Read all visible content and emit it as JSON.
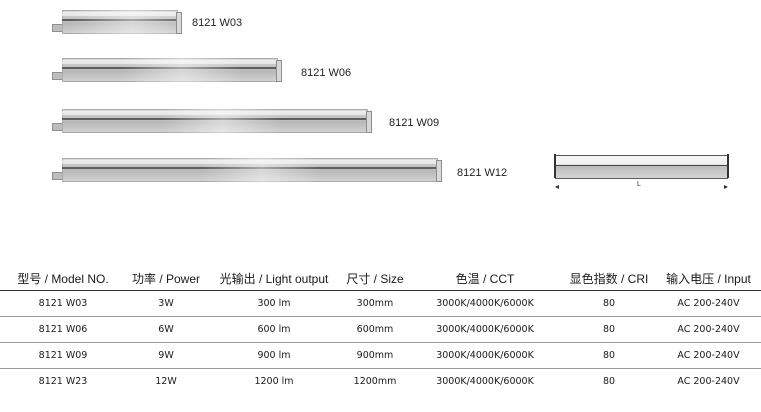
{
  "products": [
    {
      "model": "8121 W03"
    },
    {
      "model": "8121 W06"
    },
    {
      "model": "8121 W09"
    },
    {
      "model": "8121 W12"
    }
  ],
  "diagram": {
    "length_label": "L"
  },
  "table": {
    "headers": [
      "型号 / Model NO.",
      "功率 / Power",
      "光输出 / Light output",
      "尺寸 / Size",
      "色温 / CCT",
      "显色指数 / CRI",
      "输入电压 / Input"
    ],
    "rows": [
      [
        "8121 W03",
        "3W",
        "300 lm",
        "300mm",
        "3000K/4000K/6000K",
        "80",
        "AC 200-240V"
      ],
      [
        "8121 W06",
        "6W",
        "600 lm",
        "600mm",
        "3000K/4000K/6000K",
        "80",
        "AC 200-240V"
      ],
      [
        "8121 W09",
        "9W",
        "900 lm",
        "900mm",
        "3000K/4000K/6000K",
        "80",
        "AC 200-240V"
      ],
      [
        "8121 W23",
        "12W",
        "1200 lm",
        "1200mm",
        "3000K/4000K/6000K",
        "80",
        "AC 200-240V"
      ]
    ]
  }
}
